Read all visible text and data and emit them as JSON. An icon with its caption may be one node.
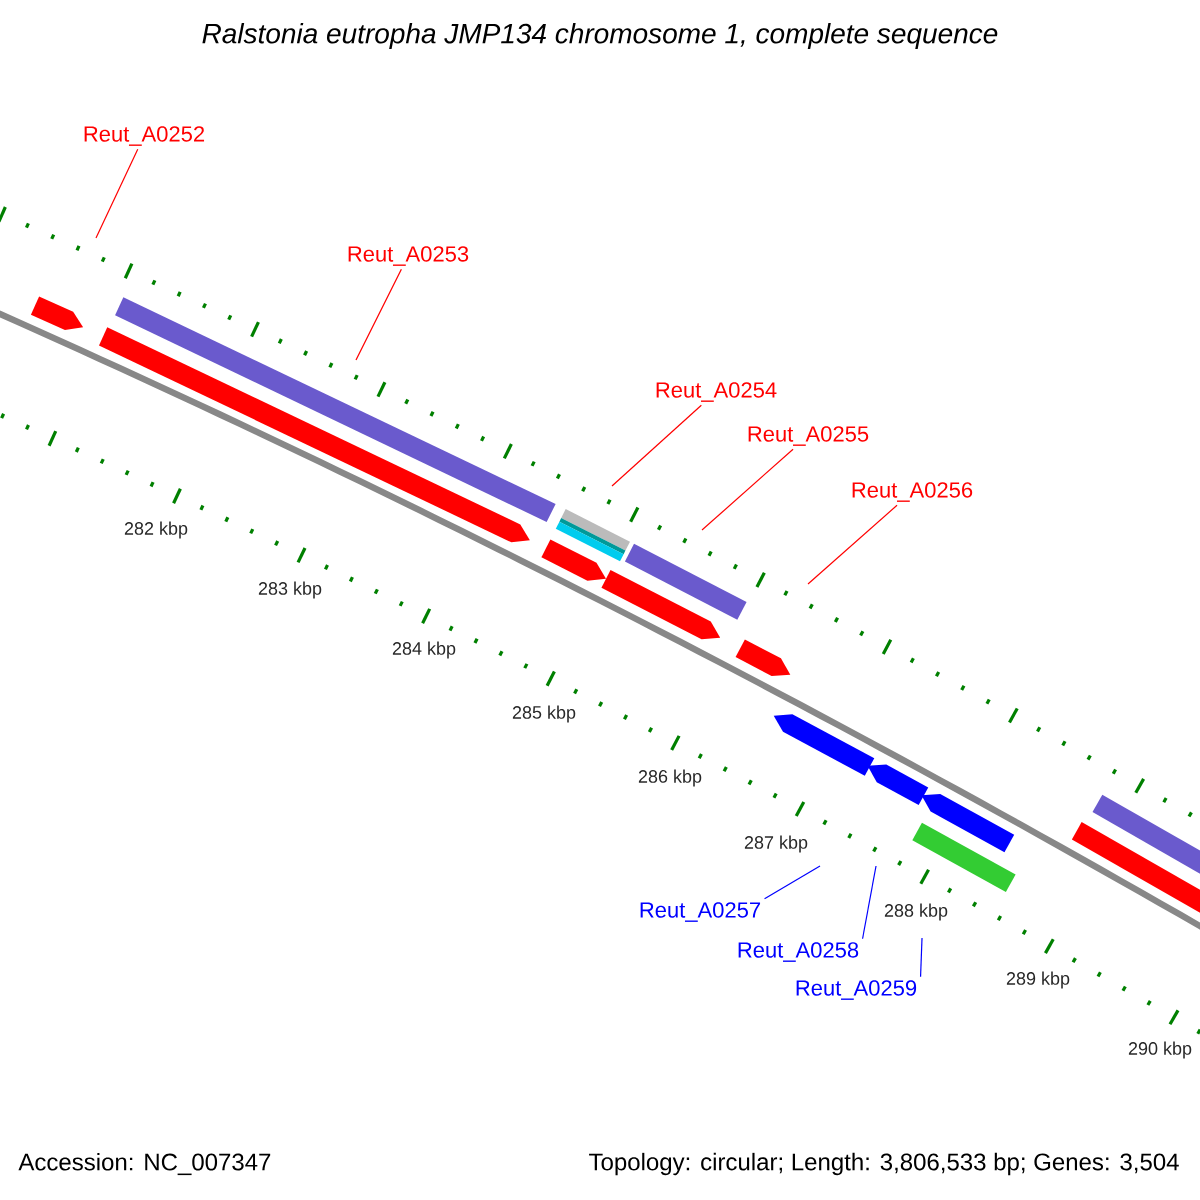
{
  "diagram": {
    "title": "Ralstonia eutropha JMP134 chromosome 1, complete sequence",
    "nodes": [
      {
        "text": [
          "Reut_A0252"
        ]
      },
      {
        "text": [
          "Reut_A0253"
        ]
      },
      {
        "text": [
          "Reut_A0254"
        ]
      },
      {
        "text": [
          "Reut_A0255"
        ]
      },
      {
        "text": [
          "Reut_A0256"
        ]
      },
      {
        "text": [
          "Reut_A0257"
        ]
      },
      {
        "text": [
          "Reut_A0258"
        ]
      },
      {
        "text": [
          "Reut_A0259"
        ]
      }
    ],
    "edges": [
      {
        "from": 0,
        "to": null,
        "arrow": "none"
      },
      {
        "from": 1,
        "to": null,
        "arrow": "none"
      },
      {
        "from": 2,
        "to": null,
        "arrow": "none"
      },
      {
        "from": 3,
        "to": null,
        "arrow": "none"
      },
      {
        "from": 4,
        "to": null,
        "arrow": "none"
      },
      {
        "from": 5,
        "to": null,
        "arrow": "none",
        "color": "#0000ff"
      },
      {
        "from": 6,
        "to": null,
        "arrow": "none",
        "color": "#0000ff"
      },
      {
        "from": 7,
        "to": null,
        "arrow": "none",
        "color": "#0000ff"
      }
    ],
    "labels": [
      "282 kbp",
      "283 kbp",
      "284 kbp",
      "285 kbp",
      "286 kbp",
      "287 kbp",
      "288 kbp",
      "289 kbp",
      "290 kbp",
      "Accession: NC_007347",
      "Topology: circular; Length: 3,806,533 bp; Genes: 3,504"
    ]
  }
}
